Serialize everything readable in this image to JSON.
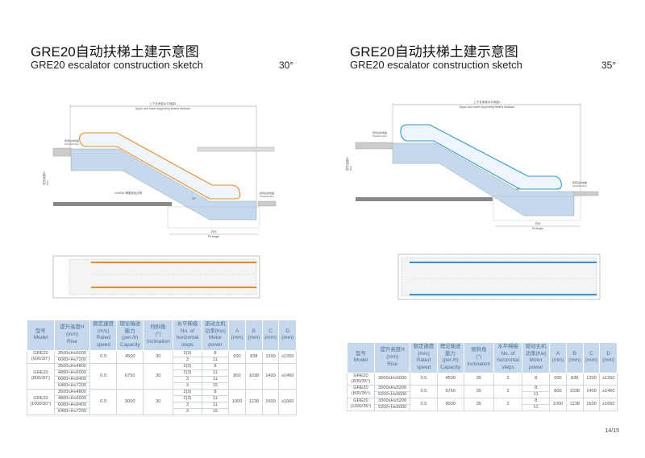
{
  "left": {
    "title_cn": "GRE20自动扶梯土建示意图",
    "title_en": "GRE20 escalator construction sketch",
    "angle": "30°",
    "handrail_color": "#f08a1c",
    "drawing": {
      "beam_distance_cn": "上下支承梁水平间距L",
      "beam_distance_en": "Upper and lower supporting beams distance",
      "finished_floor_cn": "装饰后的地面",
      "finished_floor_en": "Finished floor",
      "rise_cn": "提升高度H",
      "rise_en": "Rise",
      "pit_length_cn": "坑长",
      "pit_length_en": "Pit length",
      "support_note": "H>6000 需要追加支撑",
      "angle_mark": "30°"
    },
    "table": {
      "headers": [
        [
          "型号",
          "Model"
        ],
        [
          "提升高度H",
          "(mm)",
          "Rise"
        ],
        [
          "额定速度",
          "(m/s)",
          "Rated",
          "speed"
        ],
        [
          "理论输送",
          "能力",
          "(per./h)",
          "Capacity"
        ],
        [
          "倾斜角",
          "(°)",
          "Inclination"
        ],
        [
          "水平梯级",
          "No. of",
          "horizontal",
          "steps"
        ],
        [
          "驱动主机",
          "功率(Kw)",
          "Motor",
          "power"
        ],
        [
          "A",
          "(mm)"
        ],
        [
          "B",
          "(mm)"
        ],
        [
          "C",
          "(mm)"
        ],
        [
          "D",
          "(mm)"
        ]
      ],
      "groups": [
        {
          "model": [
            "GRE20",
            "(600/30°)"
          ],
          "speed": "0.5",
          "capacity": "4500",
          "inclination": "30",
          "A": "600",
          "B": "838",
          "C": "1200",
          "D": "≥1260",
          "rows": [
            {
              "rise": "3500≤H≤6000",
              "steps": "2(3)",
              "power": "8"
            },
            {
              "rise": "6000<H≤7200",
              "steps": "3",
              "power": "11"
            }
          ]
        },
        {
          "model": [
            "GRE20",
            "(800/30°)"
          ],
          "speed": "0.5",
          "capacity": "6750",
          "inclination": "30",
          "A": "800",
          "B": "1038",
          "C": "1400",
          "D": "≥1460",
          "rows": [
            {
              "rise": "3500≤H≤4800",
              "steps": "2(3)",
              "power": "8"
            },
            {
              "rise": "4800<H≤6000",
              "steps": "2(3)",
              "power": "11"
            },
            {
              "rise": "6000<H≤6400",
              "steps": "3",
              "power": "11"
            },
            {
              "rise": "6400<H≤7200",
              "steps": "3",
              "power": "15"
            }
          ]
        },
        {
          "model": [
            "GRE20",
            "(1000/30°)"
          ],
          "speed": "0.5",
          "capacity": "9000",
          "inclination": "30",
          "A": "1000",
          "B": "1238",
          "C": "1600",
          "D": "≥1660",
          "rows": [
            {
              "rise": "3500≤H≤4800",
              "steps": "2(3)",
              "power": "8"
            },
            {
              "rise": "4800<H≤6000",
              "steps": "2(3)",
              "power": "11"
            },
            {
              "rise": "6000<H≤6400",
              "steps": "3",
              "power": "11"
            },
            {
              "rise": "6400<H≤7200",
              "steps": "3",
              "power": "15"
            }
          ]
        }
      ]
    }
  },
  "right": {
    "title_cn": "GRE20自动扶梯土建示意图",
    "title_en": "GRE20 escalator construction sketch",
    "angle": "35°",
    "handrail_color": "#2a9ad8",
    "drawing": {
      "beam_distance_cn": "上下支承梁水平间距L",
      "beam_distance_en": "Upper and lower supporting beams distance",
      "finished_floor_cn": "装饰后的地面",
      "finished_floor_en": "Finished floor",
      "rise_cn": "提升高度H",
      "rise_en": "Rise",
      "pit_length_cn": "坑长",
      "pit_length_en": "Pit length",
      "angle_mark": "35°"
    },
    "table": {
      "headers": [
        [
          "型号",
          "Model"
        ],
        [
          "提升高度H",
          "(mm)",
          "Rise"
        ],
        [
          "额定速度",
          "(m/s)",
          "Rated",
          "speed"
        ],
        [
          "理论输送",
          "能力",
          "(per./h)",
          "Capacity"
        ],
        [
          "倾斜角",
          "(°)",
          "Inclination"
        ],
        [
          "水平梯级",
          "No. of",
          "horizontal",
          "steps"
        ],
        [
          "驱动主机",
          "功率(Kw)",
          "Motor",
          "power"
        ],
        [
          "A",
          "(mm)"
        ],
        [
          "B",
          "(mm)"
        ],
        [
          "C",
          "(mm)"
        ],
        [
          "D",
          "(mm)"
        ]
      ],
      "groups": [
        {
          "model": [
            "GRE20",
            "(600/35°)"
          ],
          "speed": "0.5",
          "capacity": "4500",
          "inclination": "35",
          "A": "600",
          "B": "838",
          "C": "1200",
          "D": "≥1260",
          "rows": [
            {
              "rise": "3000≤H≤6000",
              "steps": "2",
              "power": "8"
            }
          ]
        },
        {
          "model": [
            "GRE20",
            "(800/35°)"
          ],
          "speed": "0.5",
          "capacity": "6750",
          "inclination": "35",
          "A": "800",
          "B": "1038",
          "C": "1400",
          "D": "≥1460",
          "rows": [
            {
              "rise": "3000≤H≤5200",
              "steps": "2",
              "power": "8"
            },
            {
              "rise": "5200<H≤6000",
              "steps": "",
              "power": "11"
            }
          ]
        },
        {
          "model": [
            "GRE20",
            "(1000/35°)"
          ],
          "speed": "0.5",
          "capacity": "9000",
          "inclination": "35",
          "A": "1000",
          "B": "1238",
          "C": "1600",
          "D": "≥1660",
          "rows": [
            {
              "rise": "3000≤H≤5200",
              "steps": "2",
              "power": "8"
            },
            {
              "rise": "5200<H≤6000",
              "steps": "",
              "power": "11"
            }
          ]
        }
      ]
    }
  },
  "page_number": "14/15"
}
